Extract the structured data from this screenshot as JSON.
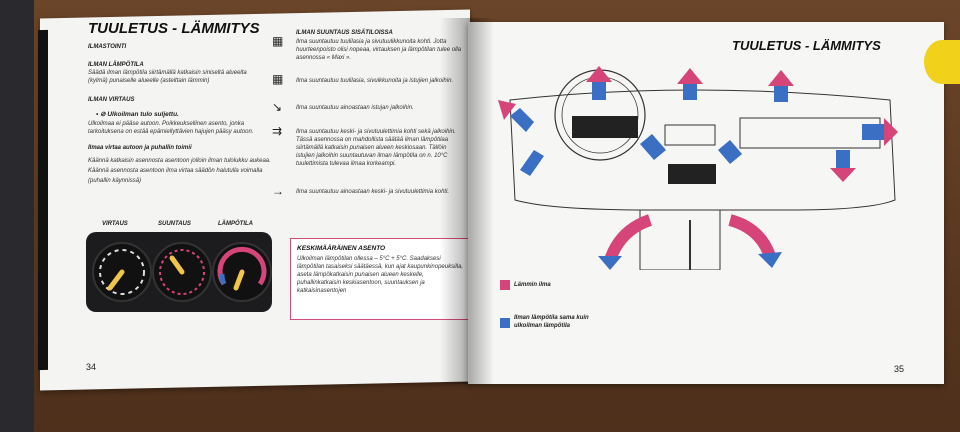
{
  "left_page": {
    "title": "TUULETUS - LÄMMITYS",
    "section_ilmastointi": "ILMASTOINTI",
    "lampotila_heading": "ILMAN LÄMPÖTILA",
    "lampotila_text": "Säädä ilman lämpötila siirtämällä katkaisin siniseltä alueelta (kylmä) punaiselle alueelle (asteittain lämmin)",
    "virtaus_heading": "ILMAN VIRTAUS",
    "virtaus_item": "Ulkoilman tulo suljettu.",
    "virtaus_text": "Ulkoilmaa ei pääse autoon. Poikkeuksellinen asento, jonka tarkoituksena on estää epämiellyttävien hajujen pääsy autoon.",
    "ilmaa_heading": "Ilmaa virtaa autoon ja puhallin toimii",
    "ilmaa_text": "Käännä katkaisin asennosta asentoon jolloin ilman tulolukku aukeaa. Käännä asennosta asentoon ilma virtaa säädön halutulla voimalla (puhallin käynnissä)",
    "suuntaus_heading": "ILMAN SUUNTAUS SISÄTILOISSA",
    "suuntaus_1": "Ilma suuntautuu tuulilasia ja sivutuulikkunoita kohti. Jotta huurteenpoisto olisi nopeaa, virtauksen ja lämpötilan tulee olla asennossa « Maxi ».",
    "suuntaus_2": "Ilma suuntautuu tuulilasia, sivuikkunoita ja istujien jalkoihin.",
    "suuntaus_3": "Ilma suuntautuu ainoastaan istujan jalkoihin.",
    "suuntaus_4": "Ilma suuntautuu keski- ja sivutuulettimia kohti sekä jalkoihin. Tässä asennossa on mahdollista säätää ilman lämpötilaa siirtämällä katkaisin punaisen alueen keskiosaan. Tällöin istujien jalkoihin suuntautuvan ilman lämpötila on n. 10°C tuulettimista tulevaa ilmaa korkeampi.",
    "suuntaus_5": "Ilma suuntautuu ainoastaan keski- ja sivutuulettimia kohti.",
    "panel_labels": [
      "VIRTAUS",
      "SUUNTAUS",
      "LÄMPÖTILA"
    ],
    "box_heading": "KESKIMÄÄRÄINEN ASENTO",
    "box_text": "Ulkoilman lämpötilan ollessa – 5°C + 5°C. Saadaksesi lämpötilan tasaiseksi säätäessä, kun ajat kaupunkinopeuksilla, aseta lämpökatkaisin punaisen alueen keskelle, puhallinkatkaisin keskiasentoon, suuntauksen ja katkaisinasentojen",
    "page_number": "34"
  },
  "right_page": {
    "title": "TUULETUS - LÄMMITYS",
    "legend": [
      {
        "label": "Lämmin ilma",
        "color": "#d6457a"
      },
      {
        "label": "Ilman lämpötila sama kuin ulkoilman lämpötila",
        "color": "#3a6fc4"
      }
    ],
    "page_number": "35"
  },
  "colors": {
    "warm": "#d6457a",
    "cold": "#3a6fc4",
    "accent_yellow": "#f2d11a"
  }
}
